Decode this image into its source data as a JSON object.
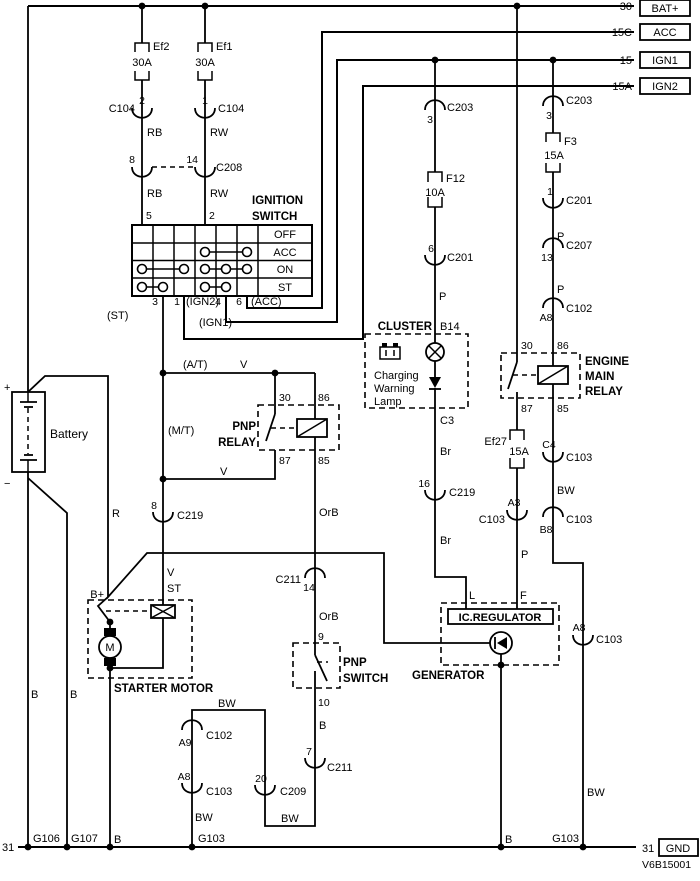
{
  "rails": {
    "bat": {
      "num": "30",
      "name": "BAT+"
    },
    "acc": {
      "num": "15C",
      "name": "ACC"
    },
    "ign1": {
      "num": "15",
      "name": "IGN1"
    },
    "ign2": {
      "num": "15A",
      "name": "IGN2"
    },
    "gnd": {
      "left_num": "31",
      "right_num": "31",
      "name": "GND"
    },
    "figure_code": "V6B15001"
  },
  "fuses": {
    "ef2": {
      "name": "Ef2",
      "rating": "30A"
    },
    "ef1": {
      "name": "Ef1",
      "rating": "30A"
    },
    "f12": {
      "name": "F12",
      "rating": "10A"
    },
    "f3": {
      "name": "F3",
      "rating": "15A"
    },
    "ef27": {
      "name": "Ef27",
      "rating": "15A"
    }
  },
  "connectors": {
    "c104_2": {
      "pin": "2",
      "name": "C104"
    },
    "c104_1": {
      "pin": "1",
      "name": "C104"
    },
    "c208": {
      "pin_left": "8",
      "pin_right": "14",
      "name": "C208"
    },
    "c203_mid": {
      "pin": "3",
      "name": "C203"
    },
    "c201_mid": {
      "pin": "6",
      "name": "C201"
    },
    "c219_16": {
      "pin": "16",
      "name": "C219"
    },
    "c219_8": {
      "pin": "8",
      "name": "C219"
    },
    "c211_14": {
      "pin": "14",
      "name": "C211"
    },
    "c211_7": {
      "pin": "7",
      "name": "C211"
    },
    "c209_20": {
      "pin": "20",
      "name": "C209"
    },
    "c102_a9": {
      "pin": "A9",
      "name": "C102"
    },
    "c103_a8_left": {
      "pin": "A8",
      "name": "C103"
    },
    "c203_right": {
      "pin": "3",
      "name": "C203"
    },
    "c201_right": {
      "pin": "1",
      "name": "C201"
    },
    "c207": {
      "pin": "13",
      "name": "C207"
    },
    "c102_right": {
      "pin": "A8",
      "name": "C102"
    },
    "c103_a3": {
      "pin": "A3",
      "name": "C103"
    },
    "c103_c4": {
      "pin": "C4",
      "name": "C103"
    },
    "c103_b8": {
      "pin": "B8",
      "name": "C103"
    },
    "c103_a8_right": {
      "pin": "A8",
      "name": "C103"
    }
  },
  "ignition_switch": {
    "title1": "IGNITION",
    "title2": "SWITCH",
    "pos_off": "OFF",
    "pos_acc": "ACC",
    "pos_on": "ON",
    "pos_st": "ST",
    "pin5": "5",
    "pin2": "2",
    "pin3": "3",
    "pin3_fn": "(ST)",
    "pin1": "1",
    "pin1_fn": "(IGN2)",
    "pin4": "4",
    "pin4_fn": "(IGN1)",
    "pin6": "6",
    "pin6_fn": "(ACC)"
  },
  "pnp_relay": {
    "title1": "PNP",
    "title2": "RELAY",
    "p30": "30",
    "p86": "86",
    "p87": "87",
    "p85": "85"
  },
  "engine_main_relay": {
    "title1": "ENGINE",
    "title2": "MAIN",
    "title3": "RELAY",
    "p30": "30",
    "p86": "86",
    "p87": "87",
    "p85": "85"
  },
  "cluster": {
    "title": "CLUSTER",
    "pin_top": "B14",
    "lamp1": "Charging",
    "lamp2": "Warning",
    "lamp3": "Lamp",
    "pin_bottom": "C3"
  },
  "pnp_switch": {
    "title1": "PNP",
    "title2": "SWITCH",
    "pin_top": "9",
    "pin_bottom": "10"
  },
  "starter_motor": {
    "title": "STARTER MOTOR",
    "b_plus": "B+",
    "st": "ST",
    "motor": "M"
  },
  "generator": {
    "title": "GENERATOR",
    "regulator": "IC.REGULATOR",
    "term_l": "L",
    "term_f": "F"
  },
  "battery": {
    "title": "Battery",
    "plus": "+",
    "minus": "−"
  },
  "wires": {
    "rb_upper": "RB",
    "rw_upper": "RW",
    "rb_lower": "RB",
    "rw_lower": "RW",
    "at": "(A/T)",
    "v_at": "V",
    "mt": "(M/T)",
    "v_mt": "V",
    "v_st": "V",
    "st": "ST",
    "r": "R",
    "orb_upper": "OrB",
    "orb_lower": "OrB",
    "b_pnp": "B",
    "p_cluster": "P",
    "br_upper": "Br",
    "br_lower": "Br",
    "p_right1": "P",
    "p_right2": "P",
    "p_ef27": "P",
    "bw_c4": "BW",
    "bw_right": "BW",
    "bw_top": "BW",
    "bw_loop": "BW",
    "bw_left": "BW",
    "b_left1": "B",
    "b_left2": "B",
    "b_starter": "B",
    "b_generator": "B"
  },
  "grounds": {
    "g106": "G106",
    "g107": "G107",
    "g103_left": "G103",
    "g103_right": "G103"
  }
}
